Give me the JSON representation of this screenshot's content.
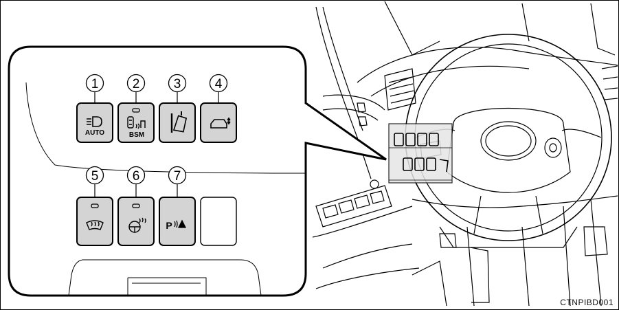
{
  "callouts": [
    {
      "number": "1",
      "icon_text": "AUTO",
      "icon": "auto-headlight-icon"
    },
    {
      "number": "2",
      "icon_text": "BSM",
      "icon": "blind-spot-monitor-icon"
    },
    {
      "number": "3",
      "icon_text": "",
      "icon": "lane-departure-icon"
    },
    {
      "number": "4",
      "icon_text": "",
      "icon": "vehicle-height-icon"
    },
    {
      "number": "5",
      "icon_text": "",
      "icon": "windshield-defogger-icon"
    },
    {
      "number": "6",
      "icon_text": "",
      "icon": "steering-heater-icon"
    },
    {
      "number": "7",
      "icon_text": "P",
      "icon": "parking-assist-icon"
    }
  ],
  "caption": "CTNPIBD001",
  "colors": {
    "switch_fill": "#d4d4d4",
    "line": "#000000",
    "highlight": "#e6e6e6"
  }
}
